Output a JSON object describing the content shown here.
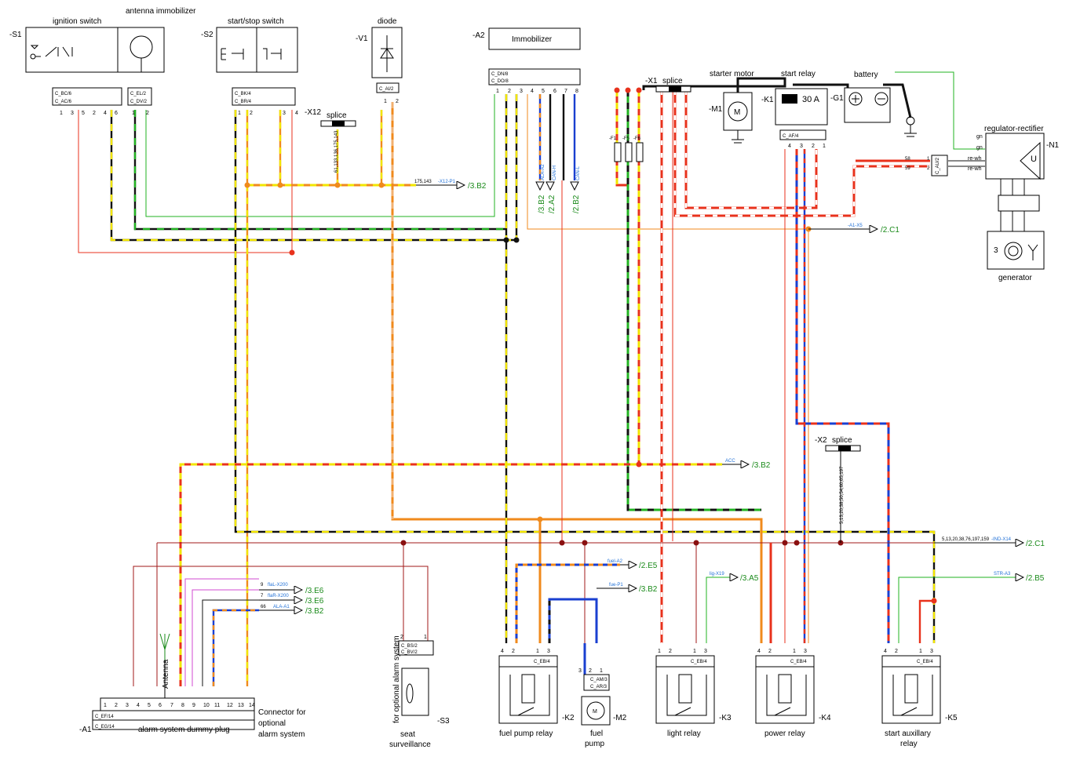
{
  "components": {
    "S1": {
      "ref": "-S1",
      "title": "ignition switch",
      "c1": "C_BC/6",
      "c2": "C_AC/6",
      "pins": [
        "1",
        "3",
        "5",
        "2",
        "4",
        "6"
      ]
    },
    "antenna_imm": {
      "title": "antenna immobilizer",
      "c1": "C_EL/2",
      "c2": "C_DV/2",
      "pins": [
        "1",
        "2"
      ]
    },
    "S2": {
      "ref": "-S2",
      "title": "start/stop switch",
      "c1": "C_BK/4",
      "c2": "C_BR/4",
      "pins": [
        "1",
        "2",
        "3",
        "4"
      ]
    },
    "X12": {
      "ref": "-X12",
      "title": "splice",
      "wires": "61,133,136,175,143"
    },
    "V1": {
      "ref": "-V1",
      "title": "diode",
      "c1": "C_AI/2",
      "pins": [
        "1",
        "2"
      ]
    },
    "A2": {
      "ref": "-A2",
      "title": "Immobilizer",
      "c1": "C_DN/8",
      "c2": "C_DO/8",
      "pins": [
        "1",
        "2",
        "3",
        "4",
        "5",
        "6",
        "7",
        "8"
      ]
    },
    "X1": {
      "ref": "-X1",
      "title": "splice"
    },
    "M1": {
      "ref": "-M1",
      "title": "starter motor"
    },
    "K1": {
      "ref": "-K1",
      "title": "start relay",
      "rating": "30 A",
      "conn": "C_AF/4",
      "pins": [
        "4",
        "3",
        "2",
        "1"
      ]
    },
    "G1": {
      "ref": "-G1",
      "title": "battery"
    },
    "gn": "gn",
    "N1": {
      "ref": "-N1",
      "title": "regulator-rectifier",
      "lines": [
        "gn",
        "gn",
        "re-wh",
        "re-wh"
      ],
      "conn": "C_AU/2",
      "pins": [
        "1",
        "2"
      ],
      "wires": [
        "58",
        "59"
      ]
    },
    "generator": {
      "title": "generator"
    },
    "X2": {
      "ref": "-X2",
      "title": "splice",
      "wires": "5,13,20,38,50,54,60,65,197"
    },
    "A1": {
      "ref": "-A1",
      "title": "alarm system dummy plug",
      "c1": "C_EF/14",
      "c2": "C_EG/14",
      "pins": [
        "1",
        "2",
        "3",
        "4",
        "5",
        "6",
        "7",
        "8",
        "9",
        "10",
        "11",
        "12",
        "13",
        "14"
      ],
      "note": "Connector for optional alarm system",
      "antenna": "Antenna"
    },
    "S3": {
      "ref": "-S3",
      "title": "seat surveillance",
      "c1": "C_BS/2",
      "c2": "C_BV/2",
      "pins": [
        "2",
        "1"
      ],
      "note": "for optional alarm system"
    },
    "K2": {
      "ref": "-K2",
      "title": "fuel pump relay",
      "conn": "C_EB/4",
      "pins": [
        "4",
        "2",
        "1",
        "3"
      ]
    },
    "M2": {
      "ref": "-M2",
      "title": "fuel pump",
      "c1": "C_AM/3",
      "c2": "C_AR/3",
      "pins": [
        "3",
        "2",
        "1"
      ]
    },
    "K3": {
      "ref": "-K3",
      "title": "light relay",
      "conn": "C_EB/4",
      "pins": [
        "1",
        "2",
        "1",
        "3"
      ]
    },
    "K4": {
      "ref": "-K4",
      "title": "power relay",
      "conn": "C_EB/4",
      "pins": [
        "4",
        "2",
        "1",
        "3"
      ]
    },
    "K5": {
      "ref": "-K5",
      "title": "start auxillary relay",
      "conn": "C_EB/4",
      "pins": [
        "4",
        "2",
        "1",
        "3"
      ]
    }
  },
  "references": [
    {
      "sig": "175,143",
      "tag": "-X12-P1",
      "target": "/3.B2"
    },
    {
      "sig": "",
      "tag": "-A1-X5",
      "target": "/2.C1"
    },
    {
      "sig": "",
      "tag": "ACC",
      "target": "/3.B2"
    },
    {
      "sig": "5,13,20,38,76,197,159",
      "tag": "-IND-X14",
      "target": "/2.C1"
    },
    {
      "sig": "",
      "tag": "fuel-A2",
      "target": "/2.E5"
    },
    {
      "sig": "",
      "tag": "fue-P1",
      "target": "/3.B2"
    },
    {
      "sig": "",
      "tag": "lig-X19",
      "target": "/3.A5"
    },
    {
      "sig": "",
      "tag": "STR-A3",
      "target": "/2.B5"
    },
    {
      "sig": "9",
      "tag": "flaL-X200",
      "target": "/3.E6"
    },
    {
      "sig": "7",
      "tag": "flaR-X200",
      "target": "/3.E6"
    },
    {
      "sig": "66",
      "tag": "ALA-A1",
      "target": "/3.B2"
    }
  ],
  "a2_outputs": [
    {
      "tag": "ALA-A2",
      "target": "/3.B2"
    },
    {
      "tag": "CAN-H",
      "target": "/2.A2"
    },
    {
      "tag": "CAN-L",
      "target": "/2.B2"
    }
  ],
  "fuses": [
    "-F1",
    "-F5",
    "-F6"
  ],
  "colors": {
    "red": "#e8321c",
    "yellow": "#f2e600",
    "black": "#111111",
    "green": "#22b322",
    "orange": "#f08a1c",
    "blue": "#1a3fd0",
    "gray": "#8a8a8a",
    "magenta": "#d04ad0",
    "brown": "#b03020",
    "dot": "#8a1010"
  }
}
